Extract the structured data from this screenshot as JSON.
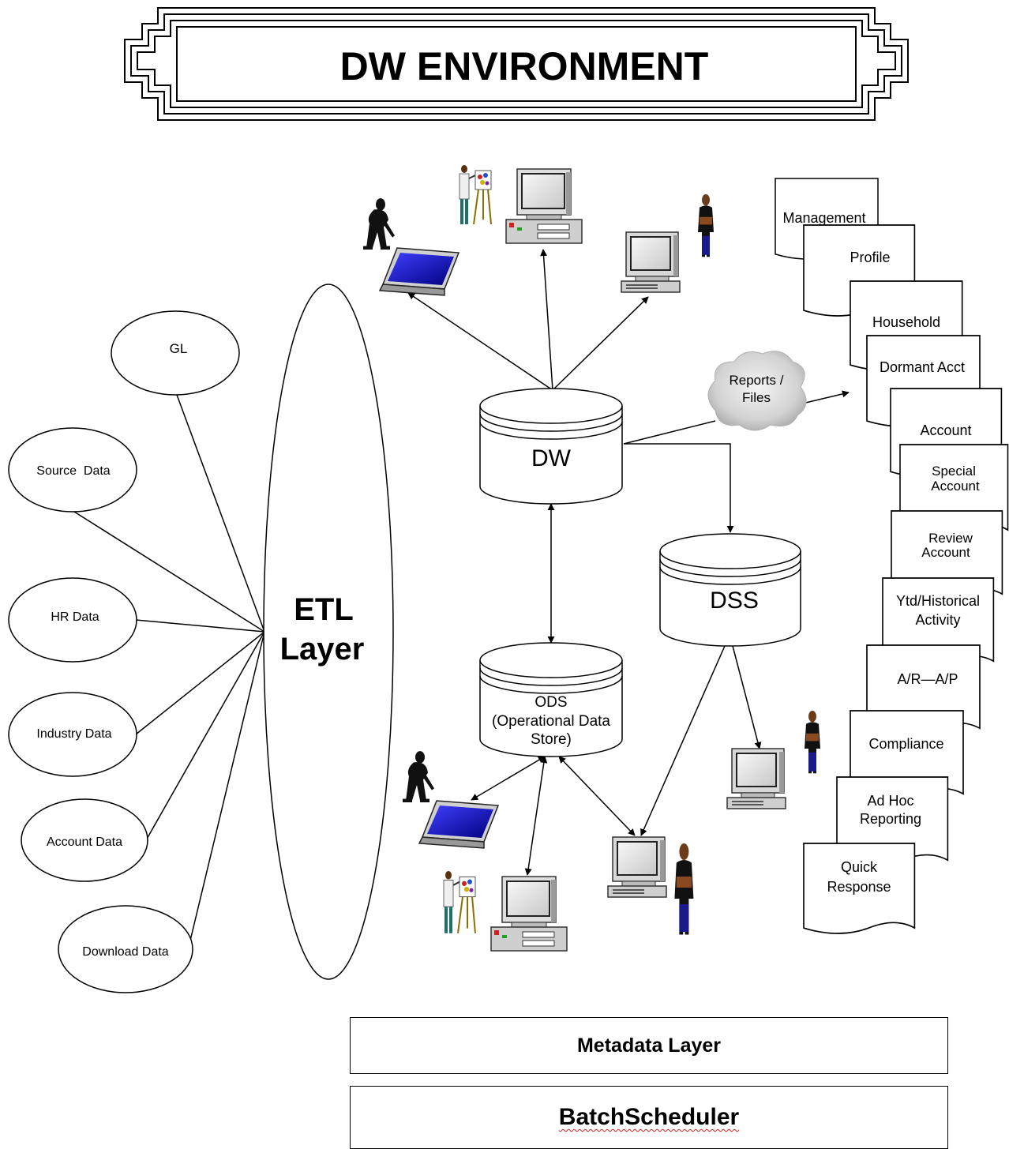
{
  "title": "DW ENVIRONMENT",
  "sources": [
    "GL",
    "Source  Data",
    "HR Data",
    "Industry Data",
    "Account Data",
    "Download Data"
  ],
  "etl": [
    "ETL",
    "Layer"
  ],
  "stores": {
    "dw": "DW",
    "dss": "DSS",
    "ods": [
      "ODS",
      "(Operational Data",
      "Store)"
    ]
  },
  "cloud": [
    "Reports /",
    "Files"
  ],
  "reports": [
    [
      "Management"
    ],
    [
      "Profile"
    ],
    [
      "Household"
    ],
    [
      "Dormant Acct"
    ],
    [
      "Account"
    ],
    [
      "Special",
      "Account"
    ],
    [
      "Review",
      "Account"
    ],
    [
      "Ytd/Historical",
      "Activity"
    ],
    [
      "A/R—A/P"
    ],
    [
      "Compliance"
    ],
    [
      "Ad Hoc",
      "Reporting"
    ],
    [
      "Quick",
      "Response"
    ]
  ],
  "metadata_layer": "Metadata Layer",
  "batch_scheduler": "BatchScheduler",
  "icons": [
    "user-icon",
    "laptop-icon",
    "desktop-computer-icon",
    "monitor-icon",
    "presenter-icon",
    "cloud-icon",
    "document-icon",
    "database-icon"
  ]
}
